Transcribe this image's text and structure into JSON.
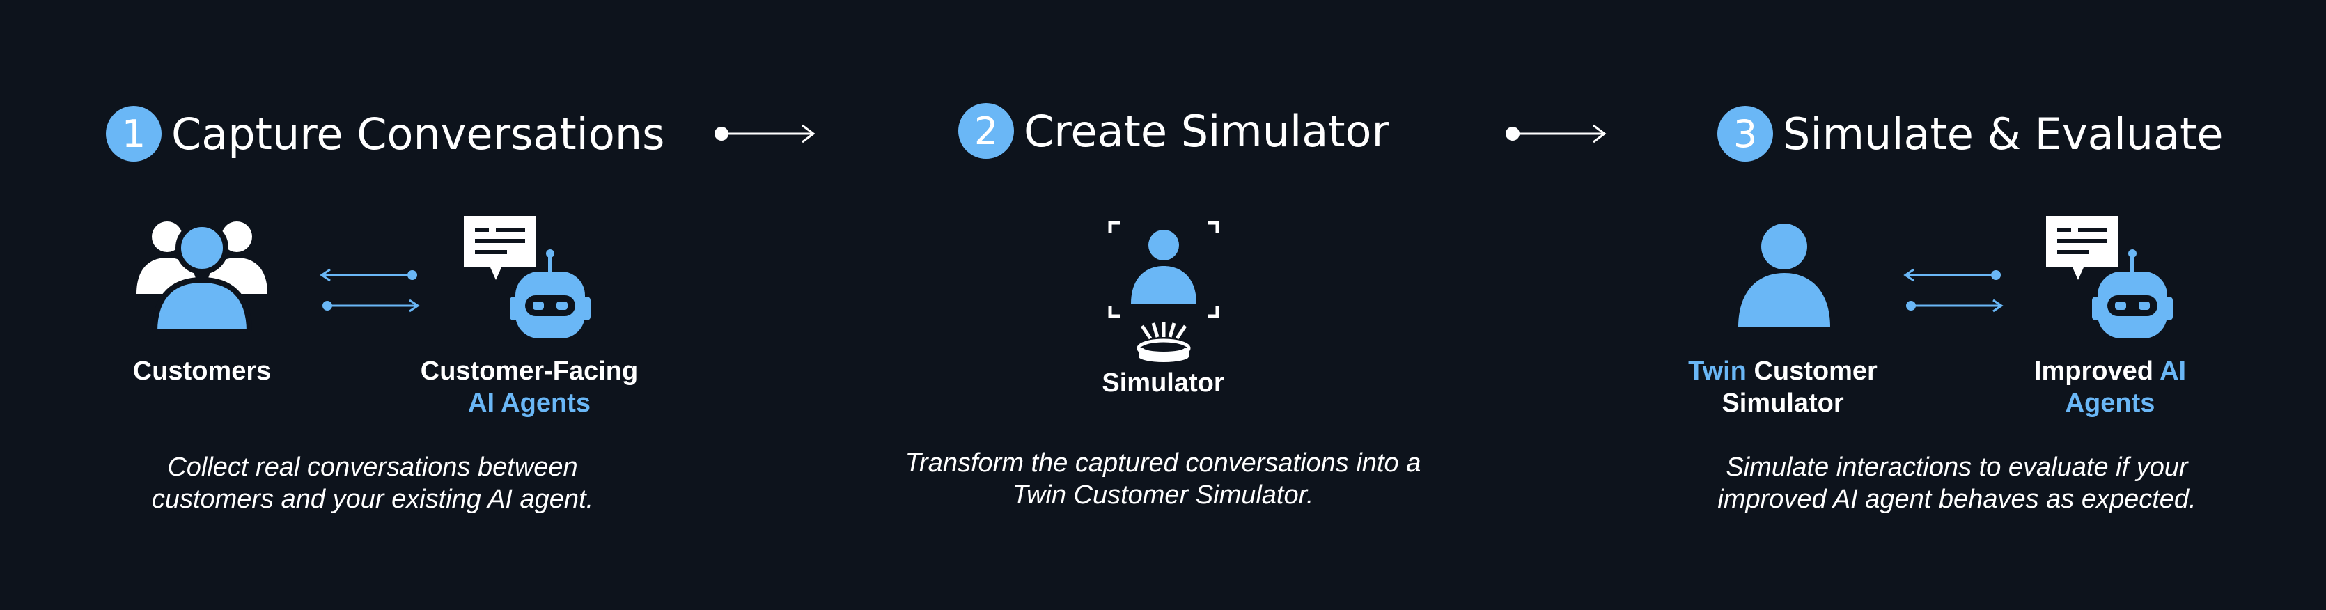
{
  "colors": {
    "background": "#0d131c",
    "accent": "#6ab7f6",
    "text": "#ffffff"
  },
  "steps": [
    {
      "number": "1",
      "title": "Capture Conversations",
      "left_label": "Customers",
      "right_label_line1": "Customer-Facing",
      "right_label_line2": "AI Agents",
      "description_line1": "Collect real conversations between",
      "description_line2": "customers and your existing AI agent.",
      "left_icon": "customers-group-icon",
      "right_icon": "chat-robot-icon"
    },
    {
      "number": "2",
      "title": "Create Simulator",
      "label": "Simulator",
      "description_line1": "Transform the captured conversations into a",
      "description_line2": "Twin Customer Simulator.",
      "icon": "hologram-person-icon"
    },
    {
      "number": "3",
      "title": "Simulate & Evaluate",
      "left_label_highlight": "Twin",
      "left_label_rest": " Customer",
      "left_label_line2": "Simulator",
      "right_label_plain": "Improved ",
      "right_label_highlight": "AI",
      "right_label_line2": "Agents",
      "description_line1": "Simulate interactions to evaluate if your",
      "description_line2": "improved AI agent behaves as expected.",
      "left_icon": "person-icon",
      "right_icon": "chat-robot-icon"
    }
  ]
}
